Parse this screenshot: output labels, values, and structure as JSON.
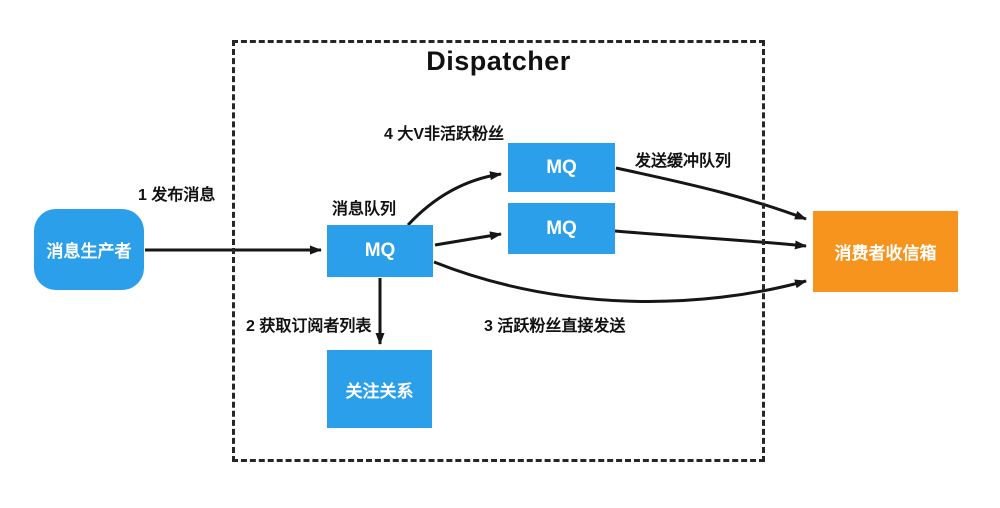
{
  "diagram": {
    "title": "Dispatcher",
    "nodes": {
      "producer": {
        "label": "消息生产者"
      },
      "main_mq": {
        "label": "MQ",
        "caption": "消息队列"
      },
      "buffer_mq_top": {
        "label": "MQ"
      },
      "buffer_mq_mid": {
        "label": "MQ"
      },
      "follow_store": {
        "label": "关注关系"
      },
      "inbox": {
        "label": "消费者收信箱"
      }
    },
    "edge_labels": {
      "publish": "1 发布消息",
      "get_subscribers": "2 获取订阅者列表",
      "active_direct": "3 活跃粉丝直接发送",
      "inactive_fans": "4 大V非活跃粉丝",
      "send_buffer": "发送缓冲队列"
    },
    "colors": {
      "node_blue": "#2B9FE9",
      "node_orange": "#F7941E",
      "arrow": "#161616"
    }
  }
}
